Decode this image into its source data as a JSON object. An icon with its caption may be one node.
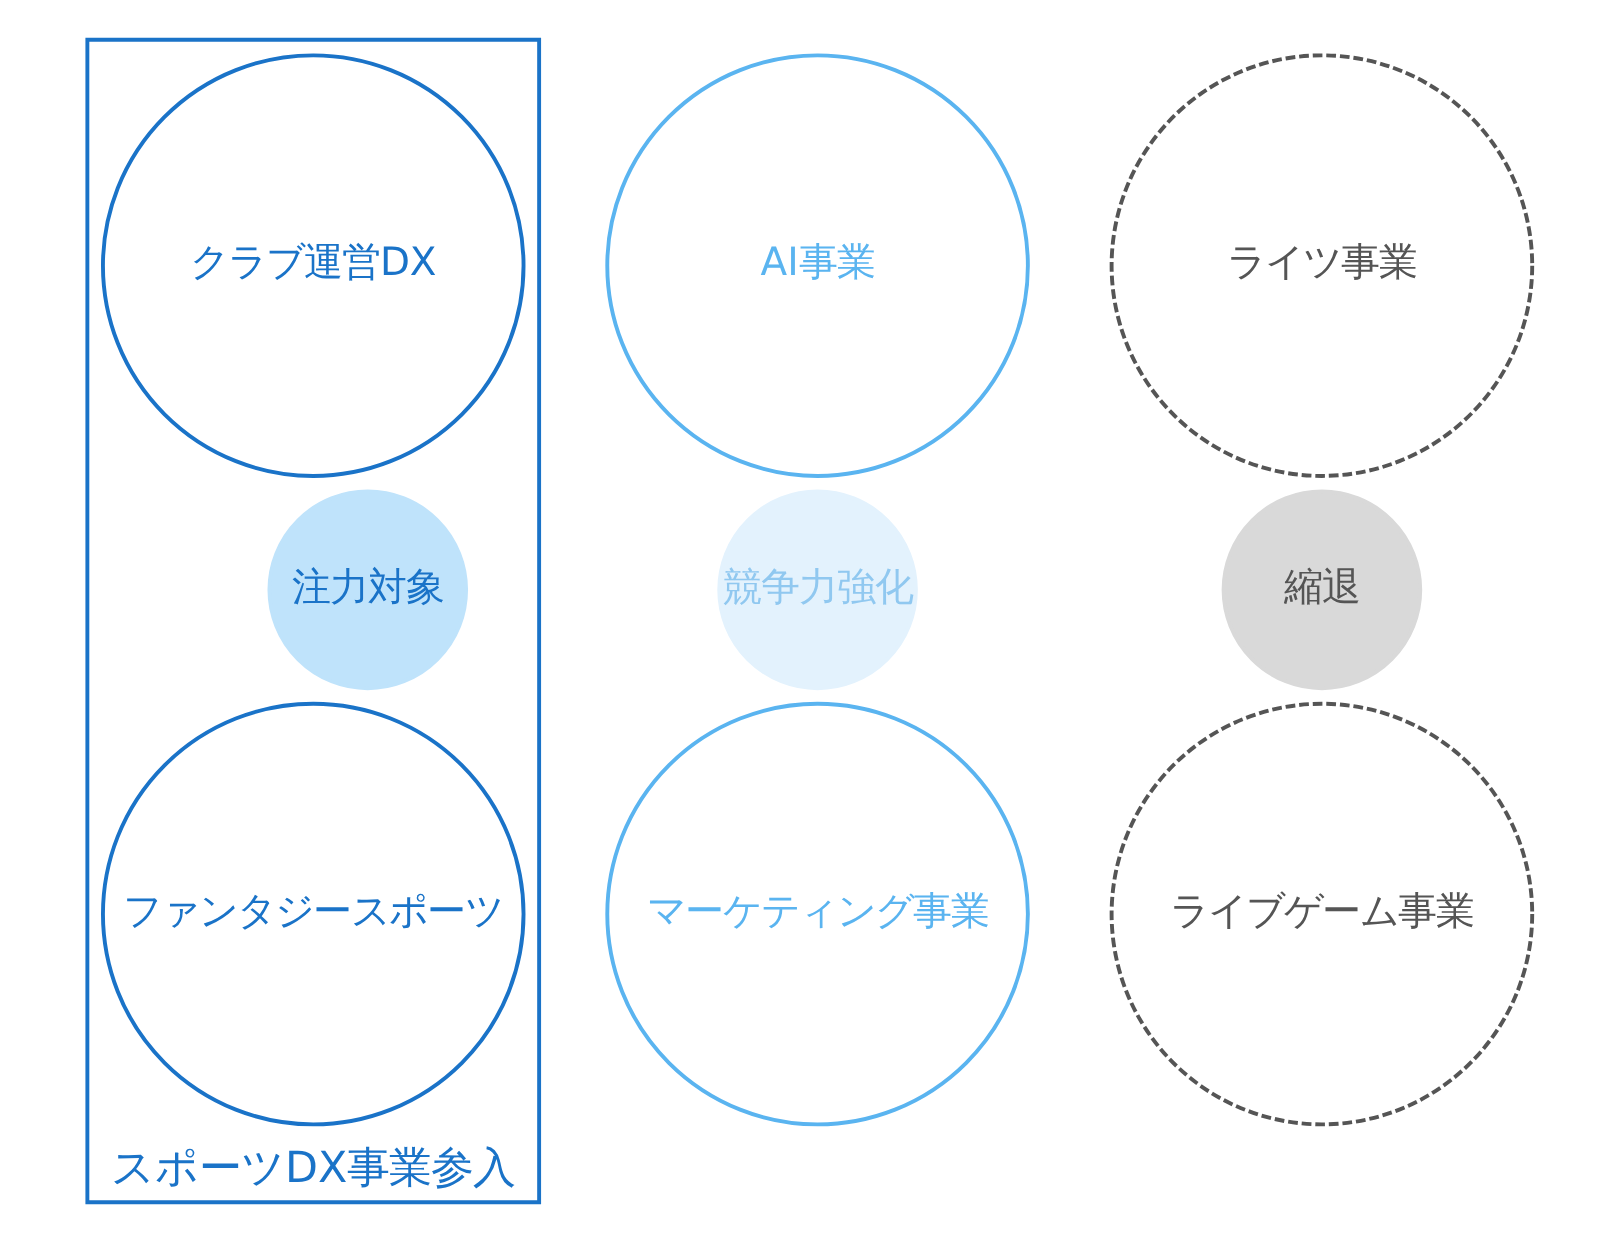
{
  "diagram": {
    "nodes": [
      {
        "text": [
          "スポーツDX事業参入"
        ]
      },
      {
        "text": [
          "AI事業"
        ]
      },
      {
        "text": [
          "クラブ運営DX"
        ],
        "in": 0
      },
      {
        "text": [
          "ライツ事業"
        ]
      },
      {
        "text": [
          "競争力強化"
        ]
      },
      {
        "text": [
          "注力対象"
        ],
        "in": 0
      },
      {
        "text": [
          "縮退"
        ]
      },
      {
        "text": [
          "マーケティング事業"
        ]
      },
      {
        "text": [
          "ファンタジースポーツ"
        ],
        "in": 0
      },
      {
        "text": [
          "ライブゲーム事業"
        ]
      }
    ],
    "edges": []
  }
}
